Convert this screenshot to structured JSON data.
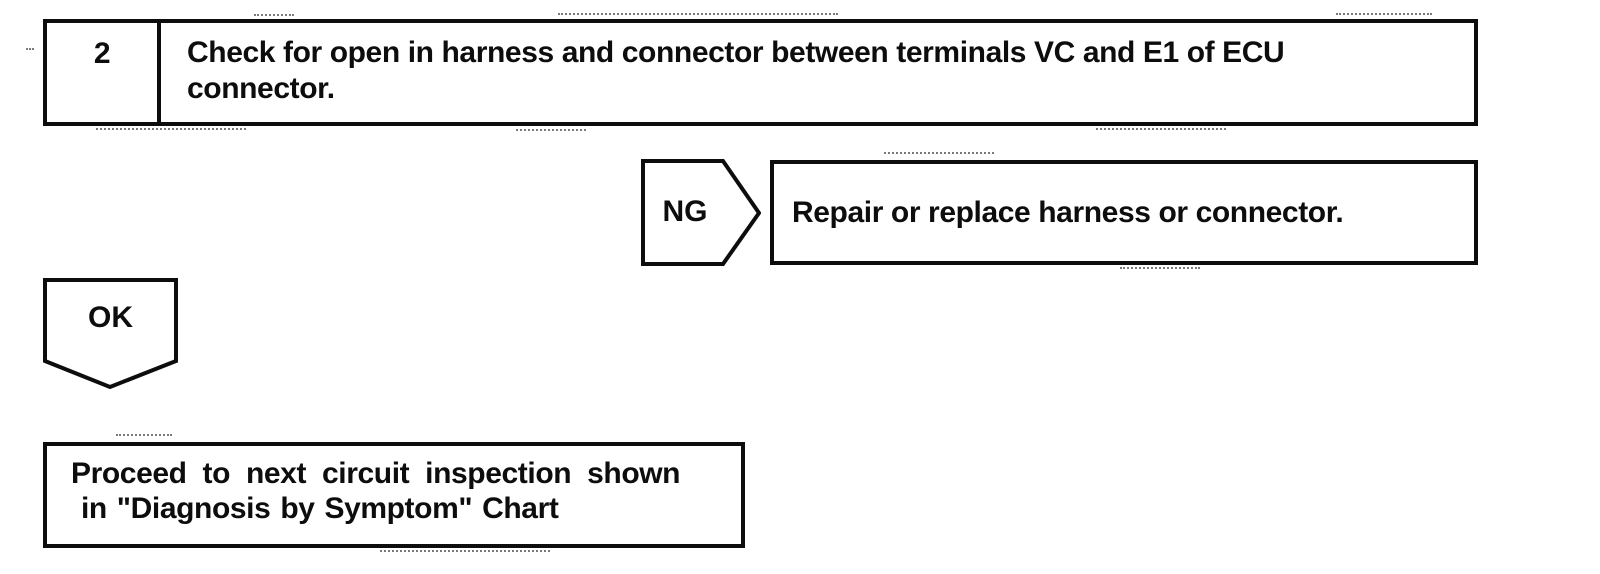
{
  "page": {
    "background": "#ffffff",
    "ink_color": "#0d0d0d",
    "kind": "diagnostic-flowchart"
  },
  "flowchart": {
    "step_box": {
      "number": "2",
      "instruction_line1": "Check for open in harness and connector between terminals VC and E1 of ECU",
      "instruction_line2": "connector."
    },
    "ng_branch": {
      "label": "NG",
      "result": "Repair or replace harness or connector."
    },
    "ok_branch": {
      "label": "OK",
      "result_line1": "Proceed to next circuit inspection shown",
      "result_line2": "in \"Diagnosis by Symptom\" Chart"
    }
  }
}
